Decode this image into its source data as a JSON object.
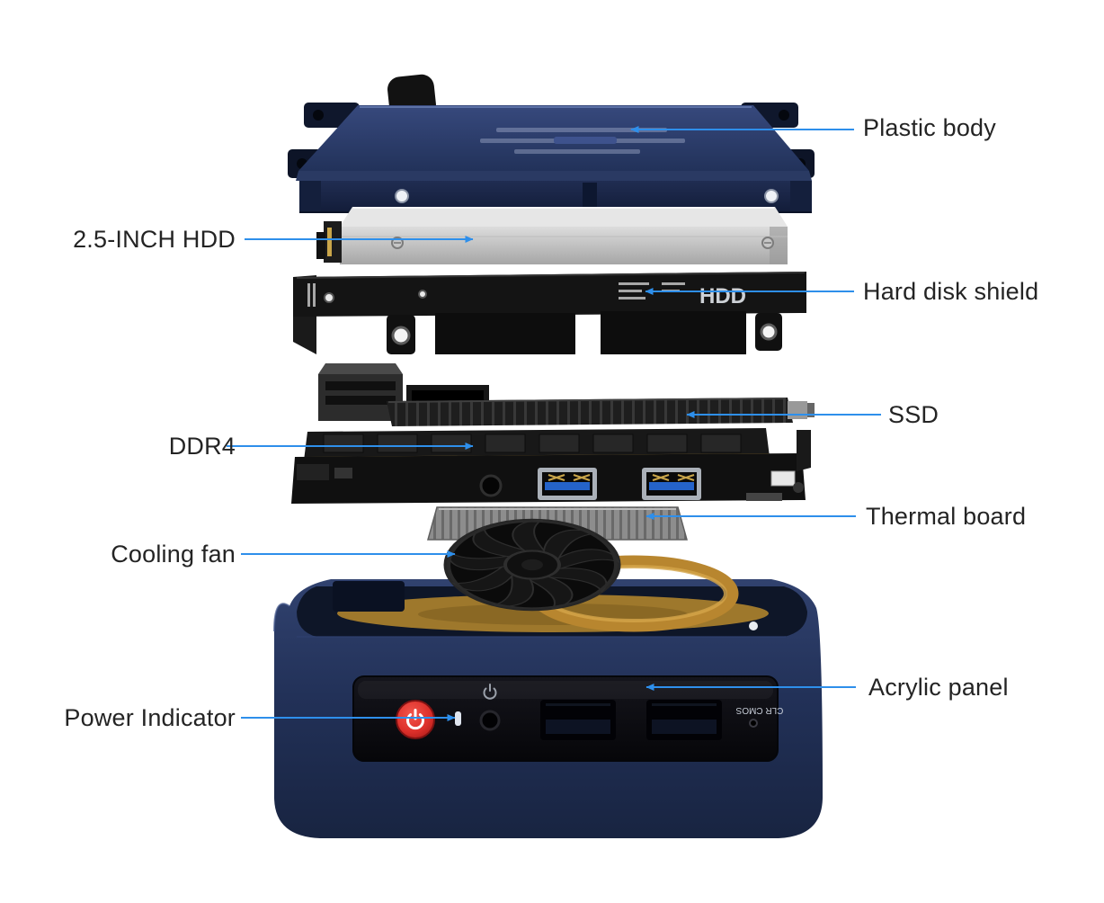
{
  "diagram": {
    "type": "exploded-view",
    "subject": "Mini PC internal components"
  },
  "callouts": [
    {
      "id": "plastic-body",
      "text": "Plastic body",
      "side": "right"
    },
    {
      "id": "hdd-2-5-inch",
      "text": "2.5-INCH HDD",
      "side": "left"
    },
    {
      "id": "hard-disk-shield",
      "text": "Hard disk shield",
      "side": "right"
    },
    {
      "id": "ssd",
      "text": "SSD",
      "side": "right"
    },
    {
      "id": "ddr4",
      "text": "DDR4",
      "side": "left"
    },
    {
      "id": "thermal-board",
      "text": "Thermal board",
      "side": "right"
    },
    {
      "id": "cooling-fan",
      "text": "Cooling fan",
      "side": "left"
    },
    {
      "id": "acrylic-panel",
      "text": "Acrylic panel",
      "side": "right"
    },
    {
      "id": "power-indicator",
      "text": "Power Indicator",
      "side": "left"
    }
  ],
  "device_text": {
    "shield_print": "HDD",
    "clr_cmos": "CLR CMOS"
  },
  "colors": {
    "leader_line": "#2E8FEB",
    "label_text": "#242424",
    "case_navy": "#24345C",
    "accent_red": "#DD2F2A",
    "usb_blue": "#2563C9",
    "copper": "#B8862F",
    "background": "#FFFFFF"
  }
}
